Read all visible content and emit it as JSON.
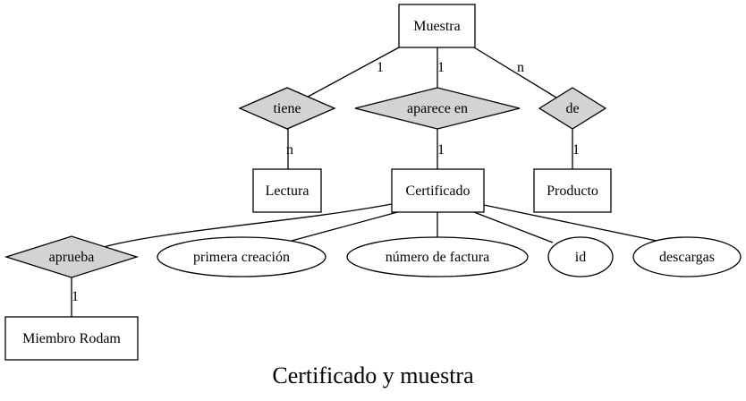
{
  "diagram": {
    "caption": "Certificado y muestra",
    "entities": {
      "muestra": "Muestra",
      "lectura": "Lectura",
      "certificado": "Certificado",
      "producto": "Producto",
      "miembro_rodam": "Miembro Rodam"
    },
    "relations": {
      "tiene": "tiene",
      "aparece_en": "aparece en",
      "de": "de",
      "aprueba": "aprueba"
    },
    "attributes": {
      "primera_creacion": "primera creación",
      "numero_factura": "número de factura",
      "id": "id",
      "descargas": "descargas"
    },
    "cardinalities": {
      "muestra_tiene": "1",
      "tiene_lectura": "n",
      "muestra_aparece_en": "1",
      "aparece_en_certificado": "1",
      "muestra_de": "n",
      "de_producto": "1",
      "aprueba_miembro": "1"
    },
    "colors": {
      "relation_fill": "#d3d3d3",
      "entity_fill": "#ffffff",
      "stroke": "#000000"
    }
  }
}
